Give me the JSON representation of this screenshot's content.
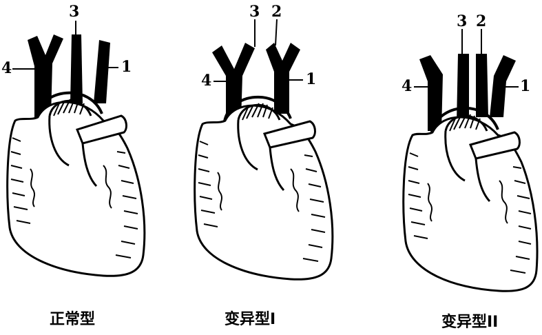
{
  "panels": [
    {
      "caption": "正常型",
      "labels": {
        "n1": "1",
        "n3": "3",
        "n4": "4"
      }
    },
    {
      "caption": "变异型Ⅰ",
      "labels": {
        "n1": "1",
        "n2": "2",
        "n3": "3",
        "n4": "4"
      }
    },
    {
      "caption": "变异型II",
      "labels": {
        "n1": "1",
        "n2": "2",
        "n3": "3",
        "n4": "4"
      }
    }
  ],
  "colors": {
    "ink": "#000000",
    "paper": "#ffffff"
  }
}
